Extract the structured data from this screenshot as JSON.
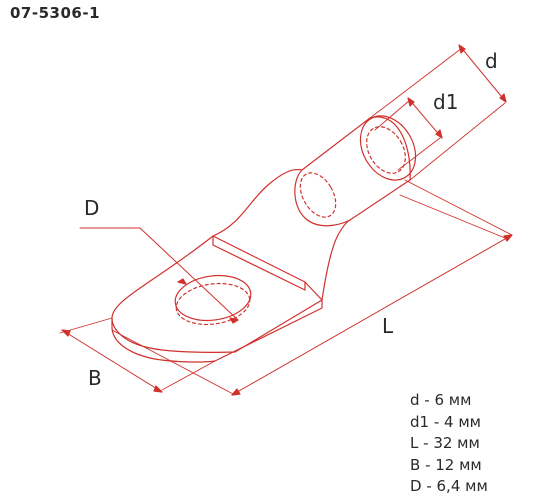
{
  "product_code": "07-5306-1",
  "accent_color": "#d0312d",
  "text_color": "#2a2a2a",
  "dimension_labels": {
    "d": "d",
    "d1": "d1",
    "D": "D",
    "L": "L",
    "B": "B"
  },
  "specs": [
    {
      "label": "d",
      "value": "6 мм"
    },
    {
      "label": "d1",
      "value": "4 мм"
    },
    {
      "label": "L",
      "value": "32 мм"
    },
    {
      "label": "B",
      "value": "12 мм"
    },
    {
      "label": "D",
      "value": "6,4 мм"
    }
  ]
}
